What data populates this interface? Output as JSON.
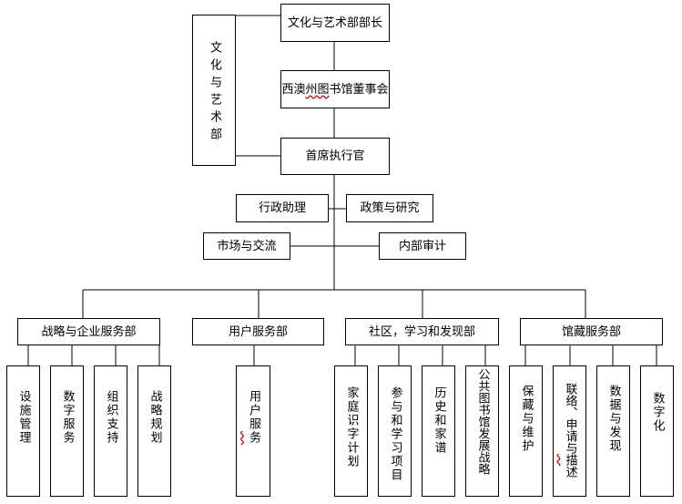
{
  "top": {
    "director": "文化与艺术部部长",
    "board_pre": "西澳",
    "board_sq": "州图",
    "board_post": "书馆董事会",
    "ministry": "文化与艺术部",
    "ceo": "首席执行官"
  },
  "support": {
    "exec_assist": "行政助理",
    "policy": "政策与研究",
    "marketing": "市场与交流",
    "audit": "内部审计"
  },
  "divisions": {
    "strategy": {
      "name": "战略与企业服务部",
      "units": [
        "设施管理",
        "数字服务",
        "组织支持",
        "战略规划"
      ]
    },
    "client": {
      "name": "用户服务部",
      "unit_pre": "用户服",
      "unit_sq": "务"
    },
    "community": {
      "name": "社区，学习和发现部",
      "units": [
        "家庭识字计划",
        "参与和学习项目",
        "历史和家谱",
        "公共图书馆发展战略"
      ]
    },
    "collections": {
      "name": "馆藏服务部",
      "unit1": "保藏与维护",
      "unit2_pre": "联络、申请与",
      "unit2_sq": "描",
      "unit2_post": "述",
      "unit3": "数据与发现",
      "unit4": "数字化"
    }
  }
}
